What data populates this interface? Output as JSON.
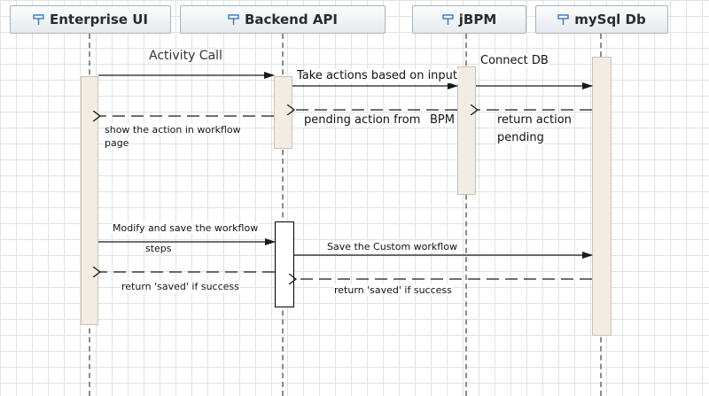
{
  "participants": [
    {
      "name": "Enterprise UI",
      "icon": "lifeline-icon"
    },
    {
      "name": "Backend API",
      "icon": "lifeline-icon"
    },
    {
      "name": "jBPM",
      "icon": "lifeline-icon"
    },
    {
      "name": "mySql Db",
      "icon": "lifeline-icon"
    }
  ],
  "messages": {
    "activity_call": "Activity Call",
    "take_actions": "Take actions based on input",
    "connect_db": "Connect DB",
    "return_action_line1": "return action",
    "return_action_line2": "pending",
    "pending_action": "pending action from",
    "bpm": "BPM",
    "show_action_line1": "show the action in workflow",
    "show_action_line2": "page",
    "modify_save": "Modify and save the workflow",
    "steps": "steps",
    "save_custom": "Save the Custom workflow",
    "return_saved_db": "return 'saved' if success",
    "return_saved_ui": "return 'saved' if success"
  },
  "colors": {
    "arrow": "#1a1a1a",
    "lifeline": "#8c8c8c",
    "activation_fill": "#f1ede4",
    "header_border": "#a9b2bd",
    "icon": "#3a78c3"
  }
}
